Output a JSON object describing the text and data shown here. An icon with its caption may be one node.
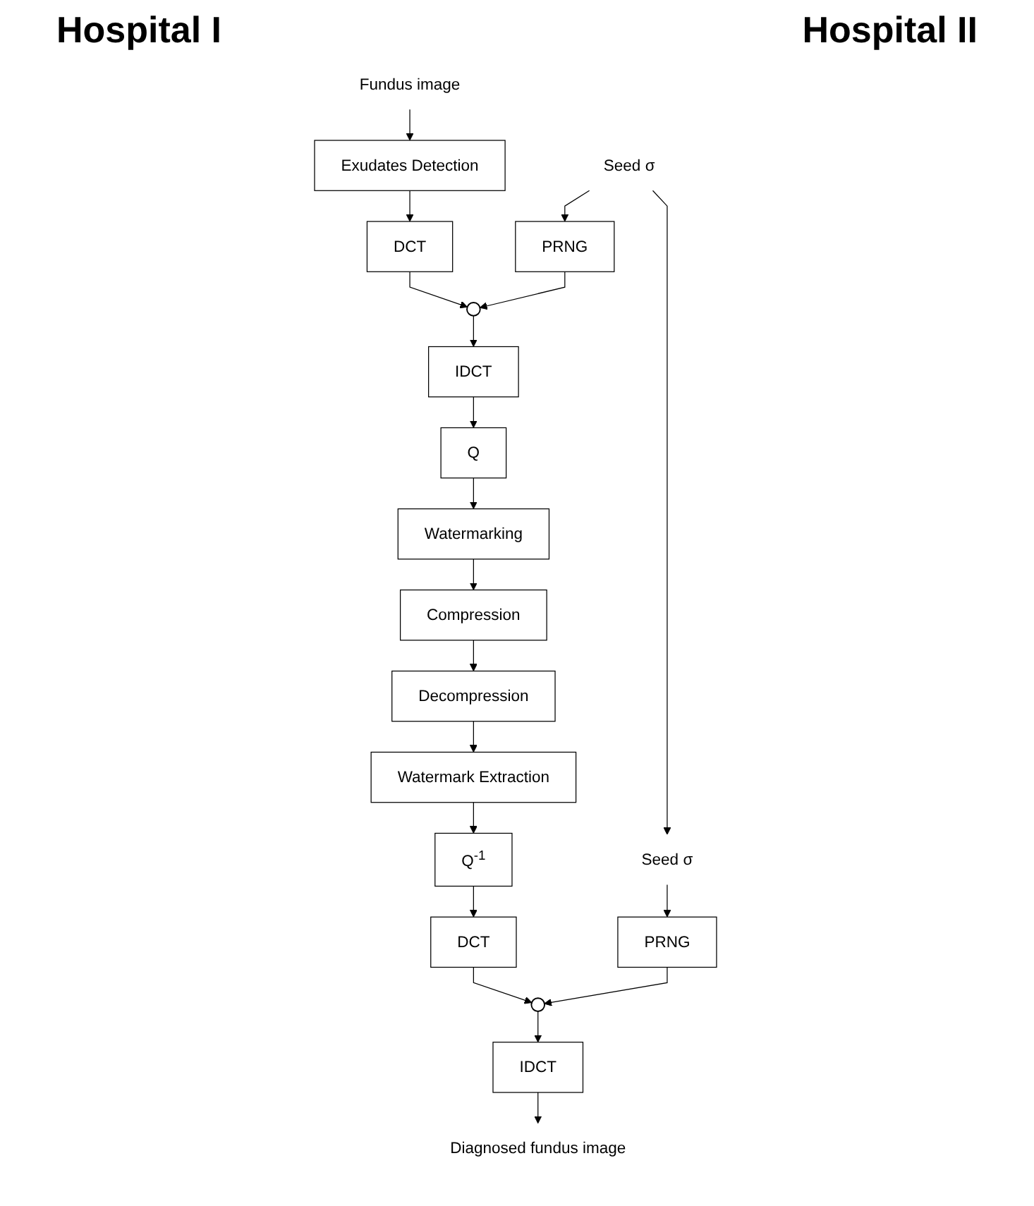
{
  "diagram": {
    "nodes": [
      {
        "text": [
          "Fundus image"
        ]
      },
      {
        "text": [
          "Exudates Detection"
        ]
      },
      {
        "text": [
          "DCT"
        ]
      },
      {
        "text": [],
        "shape": "circle"
      },
      {
        "text": [
          "IDCT"
        ]
      },
      {
        "text": [
          "Q"
        ]
      },
      {
        "text": [
          "Watermarking"
        ]
      },
      {
        "text": [
          "Compression"
        ]
      },
      {
        "text": [
          "Seed σ"
        ]
      },
      {
        "text": [
          "PRNG"
        ]
      },
      {
        "text": [
          "Seed σ"
        ]
      },
      {
        "text": [
          "PRNG"
        ]
      },
      {
        "text": [],
        "shape": "circle"
      },
      {
        "text": [
          "IDCT"
        ]
      },
      {
        "text": [
          "Diagnosed fundus image"
        ]
      },
      {
        "text": [
          "DCT"
        ]
      },
      {
        "text": [
          "Q$^{-1}$"
        ]
      },
      {
        "text": [
          "Watermark Extraction"
        ]
      },
      {
        "text": [
          "Decompression"
        ]
      }
    ],
    "edges": [
      {
        "from": 0,
        "to": 1,
        "arrow": "to"
      },
      {
        "from": 1,
        "to": 2,
        "arrow": "to"
      },
      {
        "from": 2,
        "to": 3,
        "arrow": "to"
      },
      {
        "from": 9,
        "to": 3,
        "arrow": "to"
      },
      {
        "from": 3,
        "to": 4,
        "arrow": "to"
      },
      {
        "from": 4,
        "to": 5,
        "arrow": "to"
      },
      {
        "from": 5,
        "to": 6,
        "arrow": "to"
      },
      {
        "from": 6,
        "to": 7,
        "arrow": "to"
      },
      {
        "from": 7,
        "to": 18,
        "arrow": "to"
      },
      {
        "from": 8,
        "to": 9,
        "arrow": "to"
      },
      {
        "from": 8,
        "to": 10,
        "arrow": "to"
      },
      {
        "from": 10,
        "to": 11,
        "arrow": "to"
      },
      {
        "from": 11,
        "to": 12,
        "arrow": "to"
      },
      {
        "from": 15,
        "to": 12,
        "arrow": "to"
      },
      {
        "from": 12,
        "to": 13,
        "arrow": "to"
      },
      {
        "from": 13,
        "to": 14,
        "arrow": "to"
      },
      {
        "from": 18,
        "to": 17,
        "arrow": "to"
      },
      {
        "from": 17,
        "to": 16,
        "arrow": "to"
      },
      {
        "from": 16,
        "to": 15,
        "arrow": "to"
      }
    ],
    "labels": [
      "Hospital I",
      "Hospital II"
    ]
  }
}
